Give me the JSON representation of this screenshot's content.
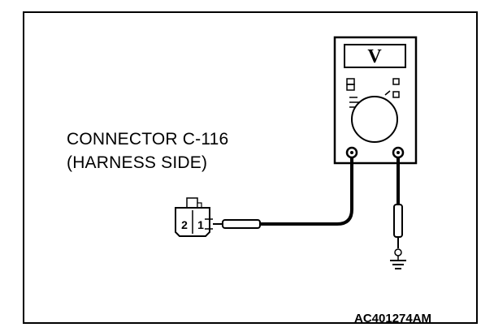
{
  "labels": {
    "connector_line1": "CONNECTOR C-116",
    "connector_line2": "(HARNESS SIDE)",
    "figure_id": "AC401274AM"
  },
  "meter": {
    "display": "V",
    "icon": "voltmeter-icon"
  },
  "connector": {
    "pins": [
      "2",
      "1"
    ]
  },
  "ground": {
    "icon": "ground-symbol-icon"
  }
}
